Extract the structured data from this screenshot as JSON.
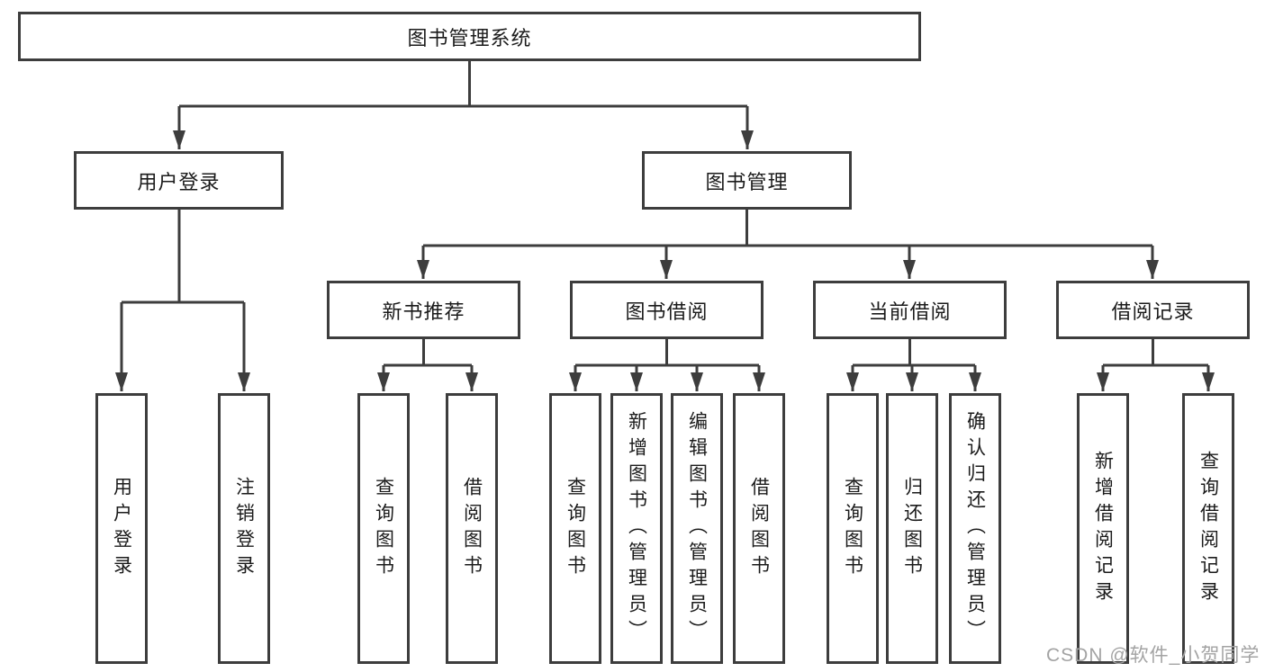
{
  "nodes": {
    "root": {
      "label": "图书管理系统"
    },
    "level2": [
      {
        "label": "用户登录"
      },
      {
        "label": "图书管理"
      }
    ],
    "level3": [
      {
        "label": "新书推荐"
      },
      {
        "label": "图书借阅"
      },
      {
        "label": "当前借阅"
      },
      {
        "label": "借阅记录"
      }
    ],
    "leaves": [
      {
        "label": "用户登录"
      },
      {
        "label": "注销登录"
      },
      {
        "label": "查询图书"
      },
      {
        "label": "借阅图书"
      },
      {
        "label": "查询图书"
      },
      {
        "label": "新增图书（管理员）"
      },
      {
        "label": "编辑图书（管理员）"
      },
      {
        "label": "借阅图书"
      },
      {
        "label": "查询图书"
      },
      {
        "label": "归还图书"
      },
      {
        "label": "确认归还（管理员）"
      },
      {
        "label": "新增借阅记录"
      },
      {
        "label": "查询借阅记录"
      }
    ]
  },
  "watermark": {
    "text": "CSDN @软件_小贺同学"
  },
  "colors": {
    "line": "#3d3d3d",
    "text": "#1b1b1b",
    "watermark": "#a3a3a3",
    "background": "#ffffff"
  }
}
